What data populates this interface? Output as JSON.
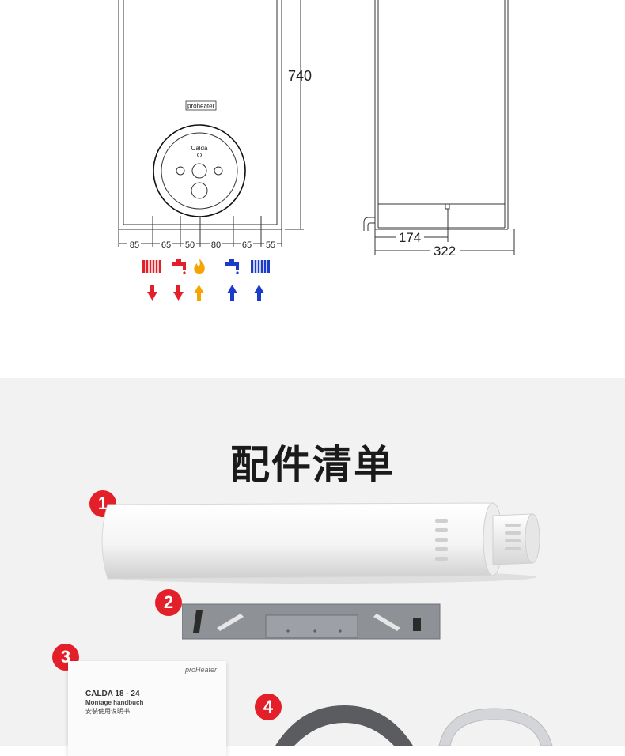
{
  "diagram": {
    "height_label": "740",
    "brand_label": "proheater",
    "knob_label": "Calda",
    "front_dims": [
      "85",
      "65",
      "50",
      "80",
      "65",
      "55"
    ],
    "side_dims": [
      "174",
      "322"
    ]
  },
  "colors": {
    "red": "#e3202a",
    "blue": "#1a3cc8",
    "yellow": "#f7a400"
  },
  "section": {
    "title": "配件清单"
  },
  "items": [
    {
      "number": "1",
      "icon": "flue-pipe"
    },
    {
      "number": "2",
      "icon": "mounting-bracket"
    },
    {
      "number": "3",
      "icon": "manual-booklet"
    },
    {
      "number": "4",
      "icon": "sealing-rings"
    }
  ],
  "manual": {
    "brand": "proHeater",
    "model": "CALDA 18 - 24",
    "subtitle": "Montage handbuch",
    "subtitle_cn": "安装使用说明书"
  }
}
